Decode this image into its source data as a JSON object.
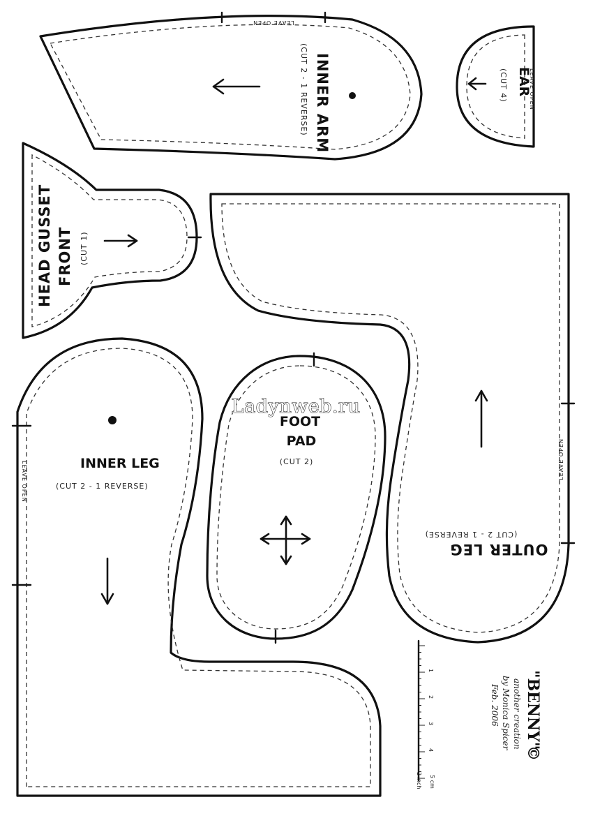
{
  "pieces": {
    "inner_arm": {
      "name": "INNER ARM",
      "cut": "(CUT 2 - 1 REVERSE)",
      "opening": "LEAVE OPEN"
    },
    "ear": {
      "name": "EAR",
      "cut": "(CUT 4)",
      "opening": "LEAVE OPEN"
    },
    "head_gusset": {
      "name_line1": "HEAD GUSSET",
      "name_line2": "FRONT",
      "cut": "(CUT 1)"
    },
    "outer_leg": {
      "name": "OUTER LEG",
      "cut": "(CUT 2 - 1 REVERSE)",
      "opening": "LEAVE OPEN"
    },
    "foot_pad": {
      "name_line1": "FOOT",
      "name_line2": "PAD",
      "cut": "(CUT 2)"
    },
    "inner_leg": {
      "name": "INNER LEG",
      "cut": "(CUT 2 - 1 REVERSE)",
      "opening": "LEAVE OPEN"
    }
  },
  "credit": {
    "title": "\"BENNY\"",
    "copyright": "©",
    "line1": "another creation",
    "line2": "by Monica Spicer",
    "line3": "Feb. 2006"
  },
  "ruler": {
    "cm_label": "5 cm",
    "inch_label": "2 inch",
    "ticks": [
      "1",
      "2",
      "3",
      "4"
    ]
  },
  "watermark": "Ladynweb.ru"
}
